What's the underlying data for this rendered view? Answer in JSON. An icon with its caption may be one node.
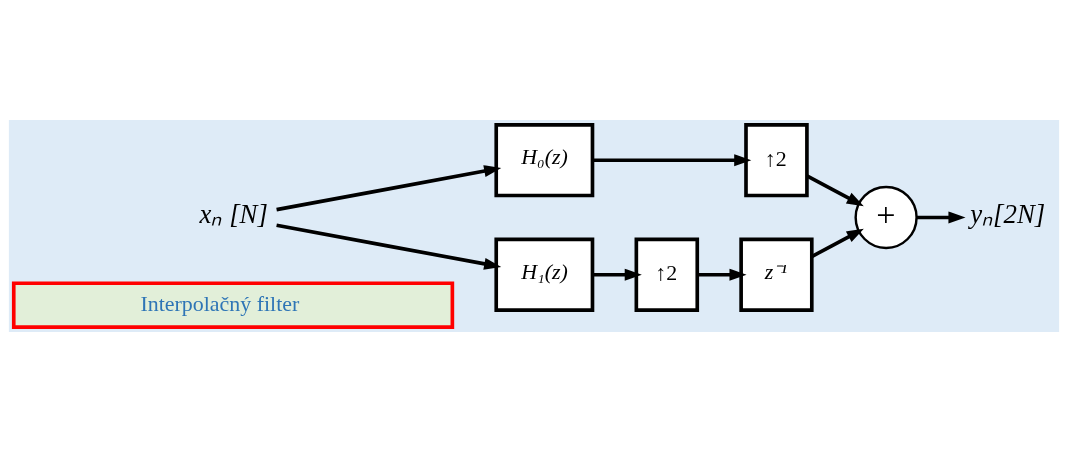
{
  "diagram": {
    "nodes": [
      {
        "text": [
          "Interpolačný filter"
        ]
      },
      {
        "text": [
          "xₙ [N]"
        ]
      },
      {
        "text": [
          "H₀(z)"
        ]
      },
      {
        "text": [
          "↑2"
        ]
      },
      {
        "text": [
          "+"
        ]
      },
      {
        "text": [
          "yₙ[2N]"
        ]
      },
      {
        "text": [
          "H₁(z)"
        ]
      },
      {
        "text": [
          "↑2"
        ]
      },
      {
        "text": [
          "z⁻¹"
        ]
      }
    ],
    "edges": [
      {
        "from": 1,
        "to": 2,
        "arrow": "to"
      },
      {
        "from": 1,
        "to": 6,
        "arrow": "to"
      },
      {
        "from": 2,
        "to": 3,
        "arrow": "to"
      },
      {
        "from": 3,
        "to": 4,
        "arrow": "to"
      },
      {
        "from": 6,
        "to": 7,
        "arrow": "to"
      },
      {
        "from": 7,
        "to": 8,
        "arrow": "to"
      },
      {
        "from": 8,
        "to": 4,
        "arrow": "to"
      },
      {
        "from": 4,
        "to": 5,
        "arrow": "to"
      }
    ]
  }
}
